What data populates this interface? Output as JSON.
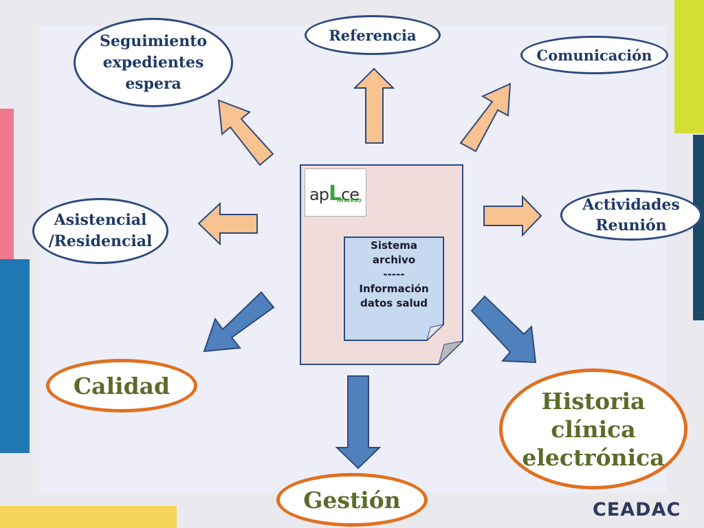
{
  "nodes": {
    "seguimiento": "Seguimiento\nexpedientes\nespera",
    "referencia": "Referencia",
    "comunicacion": "Comunicación",
    "asistencial": "Asistencial\n/Residencial",
    "actividades": "Actividades\nReunión",
    "calidad": "Calidad",
    "historia": "Historia\nclínica\nelectrónica",
    "gestion": "Gestión"
  },
  "logo": {
    "text_left": "ap",
    "text_mid": "L",
    "text_right": "ce",
    "sub": "IMSERSO"
  },
  "note": {
    "line1": "Sistema",
    "line2": "archivo",
    "line3": "-----",
    "line4": "Información",
    "line5": "datos salud"
  },
  "brand": "CEADAC",
  "colors": {
    "arrow_peach": "#f8c291",
    "arrow_blue": "#4f81bd",
    "node_border_blue": "#2e4a7d",
    "node_border_orange": "#e07020",
    "doc_fill": "#f1dcdc",
    "note_fill": "#c6d9f1",
    "accent_pink": "#ef7a8c",
    "accent_blue": "#1f78b4",
    "accent_lime": "#d4df36",
    "accent_navy": "#1e4a6a",
    "accent_yellow": "#f5d55a"
  }
}
